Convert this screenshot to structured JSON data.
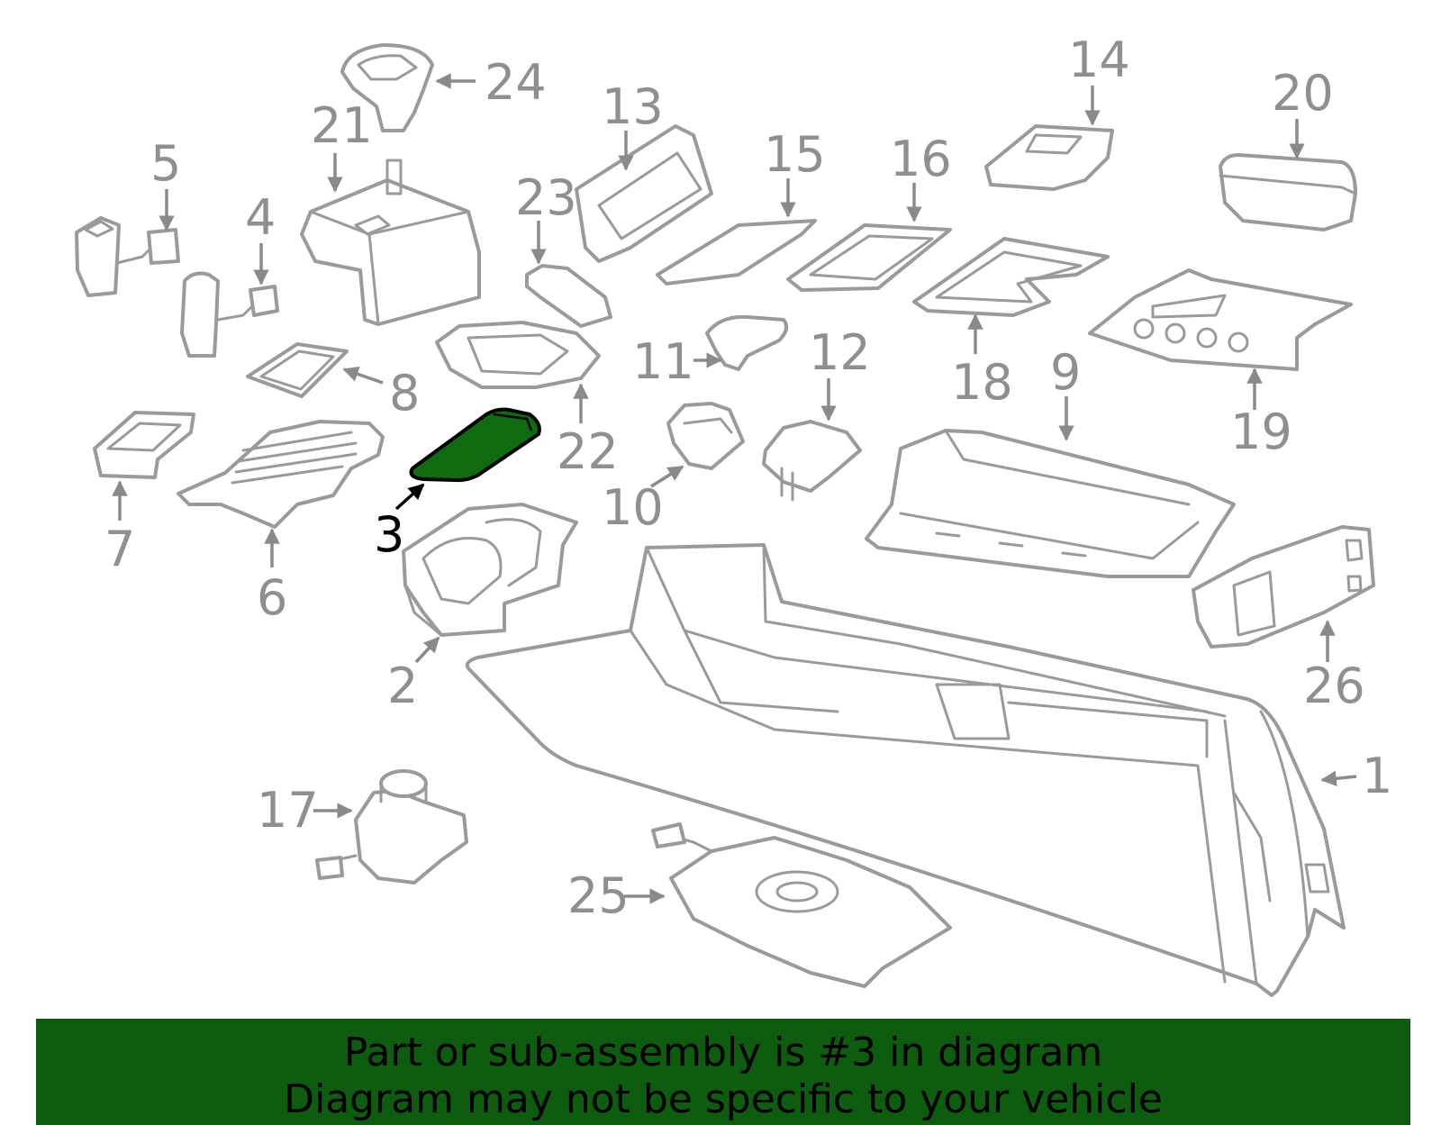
{
  "highlight_part": "3",
  "colors": {
    "highlight_fill": "#0e6b10",
    "banner_bg": "#0e5c10",
    "part_stroke": "#9a9a9a",
    "label_text": "#8f8f8f",
    "active_label": "#000000"
  },
  "labels": [
    "1",
    "2",
    "3",
    "4",
    "5",
    "6",
    "7",
    "8",
    "9",
    "10",
    "11",
    "12",
    "13",
    "14",
    "15",
    "16",
    "17",
    "18",
    "19",
    "20",
    "21",
    "22",
    "23",
    "24",
    "25",
    "26"
  ],
  "banner": {
    "line1": "Part or sub-assembly is #3 in diagram",
    "line2": "Diagram may not be specific to your vehicle"
  }
}
